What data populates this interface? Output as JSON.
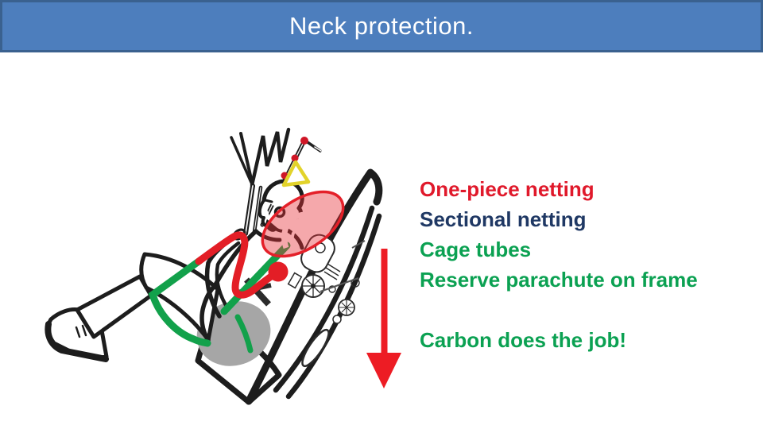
{
  "slide": {
    "title": "Neck protection.",
    "title_bar_fill": "#4d7ebd",
    "title_bar_border": "#3a618f",
    "title_text_color": "#ffffff"
  },
  "bullets": {
    "items": [
      {
        "label": "One-piece netting",
        "color": "#e0192b"
      },
      {
        "label": "Sectional netting",
        "color": "#1f3864"
      },
      {
        "label": "Cage tubes",
        "color": "#0ba152"
      },
      {
        "label": "Reserve parachute on frame",
        "color": "#0ba152"
      },
      {
        "label": "",
        "color": "#0ba152"
      },
      {
        "label": "Carbon does the job!",
        "color": "#0ba152"
      }
    ]
  },
  "illustration": {
    "description": "Side view of reclined paramotor trike pilot inside cage frame, neck zone highlighted",
    "netting_highlight_color": "#e31e26",
    "cage_tube_highlight_color": "#12a14b",
    "neck_zone_fill": "rgba(232,48,55,0.42)",
    "warning_triangle_color": "#e2d32b",
    "impact_arrow": {
      "direction": "down",
      "color": "#ed1c24"
    }
  }
}
